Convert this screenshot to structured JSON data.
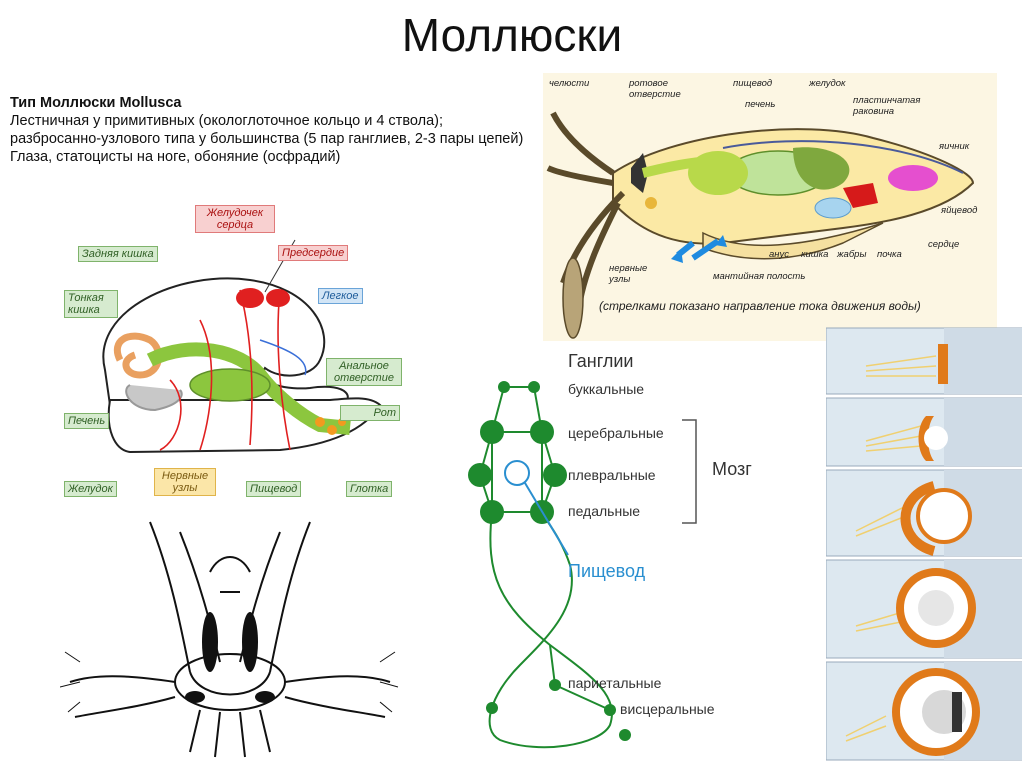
{
  "slide": {
    "title": "Моллюски"
  },
  "description": {
    "heading": "Тип Моллюски Mollusca",
    "line1": "Лестничная у примитивных (окологлоточное кольцо и 4 ствола); разбросанно-узлового типа у большинства (5 пар ганглиев, 2-3 пары цепей)",
    "line2": "Глаза, статоцисты на ноге, обоняние (осфрадий)"
  },
  "snail_diagram": {
    "labels": {
      "heart_ventricle": "Желудочек сердца",
      "atrium": "Предсердие",
      "hind_gut": "Задняя кишка",
      "small_intestine": "Тонкая кишка",
      "lung": "Легкое",
      "anal_opening": "Анальное отверстие",
      "liver": "Печень",
      "mouth": "Рот",
      "stomach": "Желудок",
      "nerve_ganglia": "Нервные узлы",
      "esophagus": "Пищевод",
      "pharynx": "Глотка"
    }
  },
  "cephalopod_diagram": {
    "labels": {
      "jaws": "челюсти",
      "mouth_opening": "ротовое отверстие",
      "esophagus": "пищевод",
      "stomach": "желудок",
      "liver": "печень",
      "shell": "пластинчатая раковина",
      "ovary": "яичник",
      "oviduct": "яйцевод",
      "heart": "сердце",
      "kidney": "почка",
      "gills": "жабры",
      "intestine": "кишка",
      "anus": "анус",
      "mantle_cavity": "мантийная полость",
      "nerve_nodes": "нервные узлы"
    },
    "caption": "(стрелками показано направление тока движения воды)"
  },
  "ganglia_diagram": {
    "header": "Ганглии",
    "buccal": "буккальные",
    "cerebral": "церебральные",
    "pleural": "плевральные",
    "pedal": "педальные",
    "brain": "Мозг",
    "esophagus": "Пищевод",
    "parietal": "париетальные",
    "visceral": "висцеральные"
  },
  "colors": {
    "green_node": "#1e8a2e",
    "esophagus_blue": "#2a8fd0",
    "body_green": "#8cc63e",
    "nerve_red": "#e02020"
  }
}
